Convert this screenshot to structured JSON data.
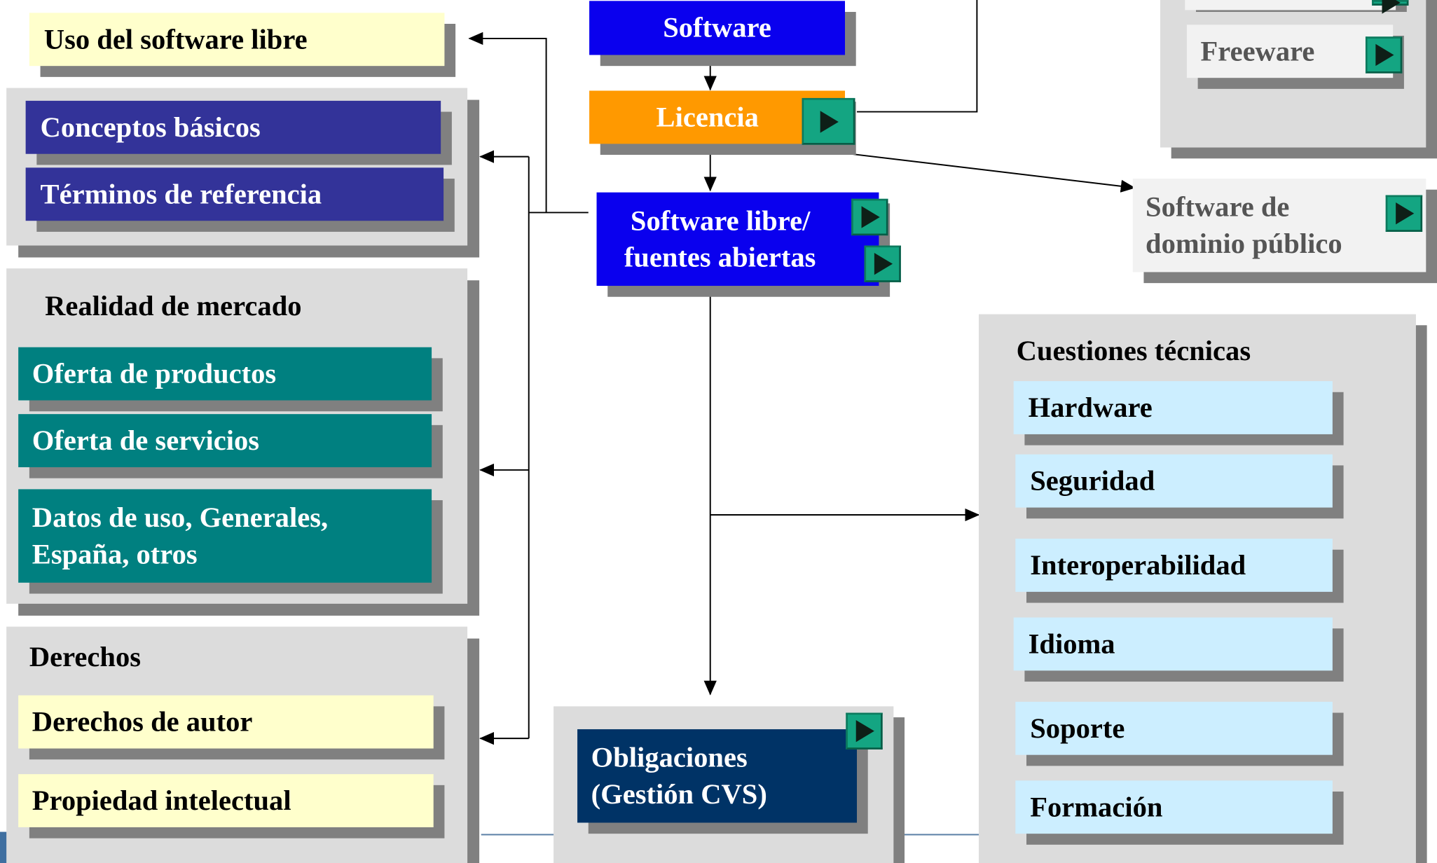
{
  "center": {
    "software": "Software",
    "licencia": "Licencia",
    "software_libre_line1": "Software libre/",
    "software_libre_line2": "fuentes abiertas",
    "obligaciones_line1": "Obligaciones",
    "obligaciones_line2": "(Gestión CVS)"
  },
  "left": {
    "uso": "Uso del software libre",
    "conceptos": "Conceptos básicos",
    "terminos": "Términos de referencia",
    "realidad_title": "Realidad de mercado",
    "oferta_productos": "Oferta de productos",
    "oferta_servicios": "Oferta de servicios",
    "datos_line1": "Datos de uso, Generales,",
    "datos_line2": "España, otros",
    "derechos_title": "Derechos",
    "derechos_autor": "Derechos de autor",
    "propiedad": "Propiedad intelectual"
  },
  "right": {
    "freeware": "Freeware",
    "dominio_line1": "Software de",
    "dominio_line2": "dominio público",
    "cuestiones_title": "Cuestiones técnicas",
    "items": [
      "Hardware",
      "Seguridad",
      "Interoperabilidad",
      "Idioma",
      "Soporte",
      "Formación"
    ]
  },
  "icons": [
    "play-button-icon"
  ],
  "colors": {
    "blue": "#0a00ee",
    "orange": "#ff9900",
    "navy": "#333399",
    "teal": "#008080",
    "dark_navy": "#003366",
    "light_yellow": "#ffffcc",
    "light_blue": "#cceeff",
    "panel_gray": "#dcdcdc",
    "play_green": "#14a582"
  }
}
